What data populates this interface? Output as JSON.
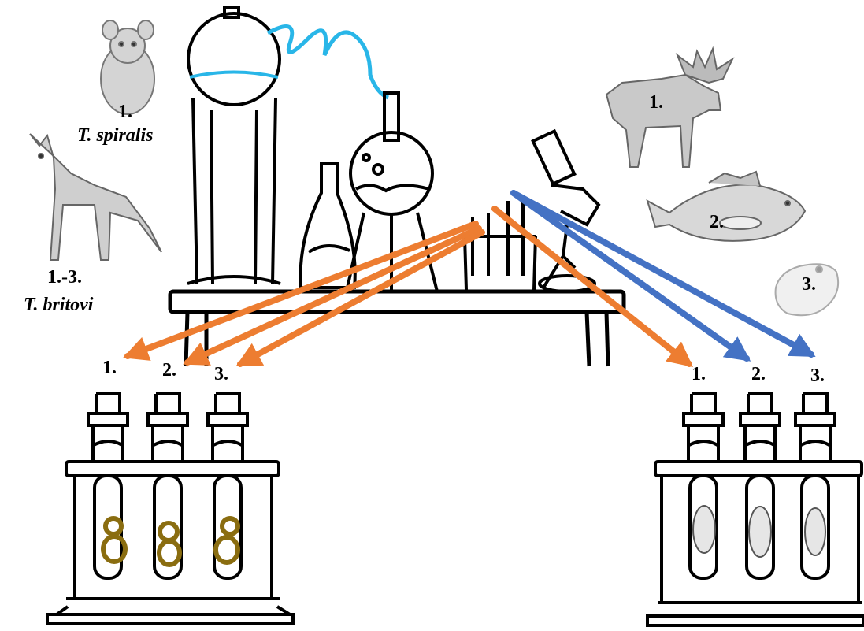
{
  "source_labels": {
    "rodent": {
      "number": "1.",
      "species": "T. spiralis"
    },
    "fox": {
      "number": "1.-3.",
      "species": "T. britovi"
    },
    "moose": {
      "number": "1."
    },
    "fish": {
      "number": "2."
    },
    "frog": {
      "number": "3."
    }
  },
  "left_rack": {
    "tube_labels": [
      "1.",
      "2.",
      "3."
    ],
    "content": "coiled larvae"
  },
  "right_rack": {
    "tube_labels": [
      "1.",
      "2.",
      "3."
    ],
    "content": "muscle cysts"
  },
  "colors": {
    "orange_arrow": "#ed7d31",
    "blue_arrow": "#4472c4",
    "tubing": "#29b6e8",
    "larva": "#8a6d10"
  },
  "icons": [
    "rodent",
    "fox",
    "moose",
    "fish",
    "frog",
    "flask-apparatus",
    "microscope",
    "test-tube-rack"
  ]
}
